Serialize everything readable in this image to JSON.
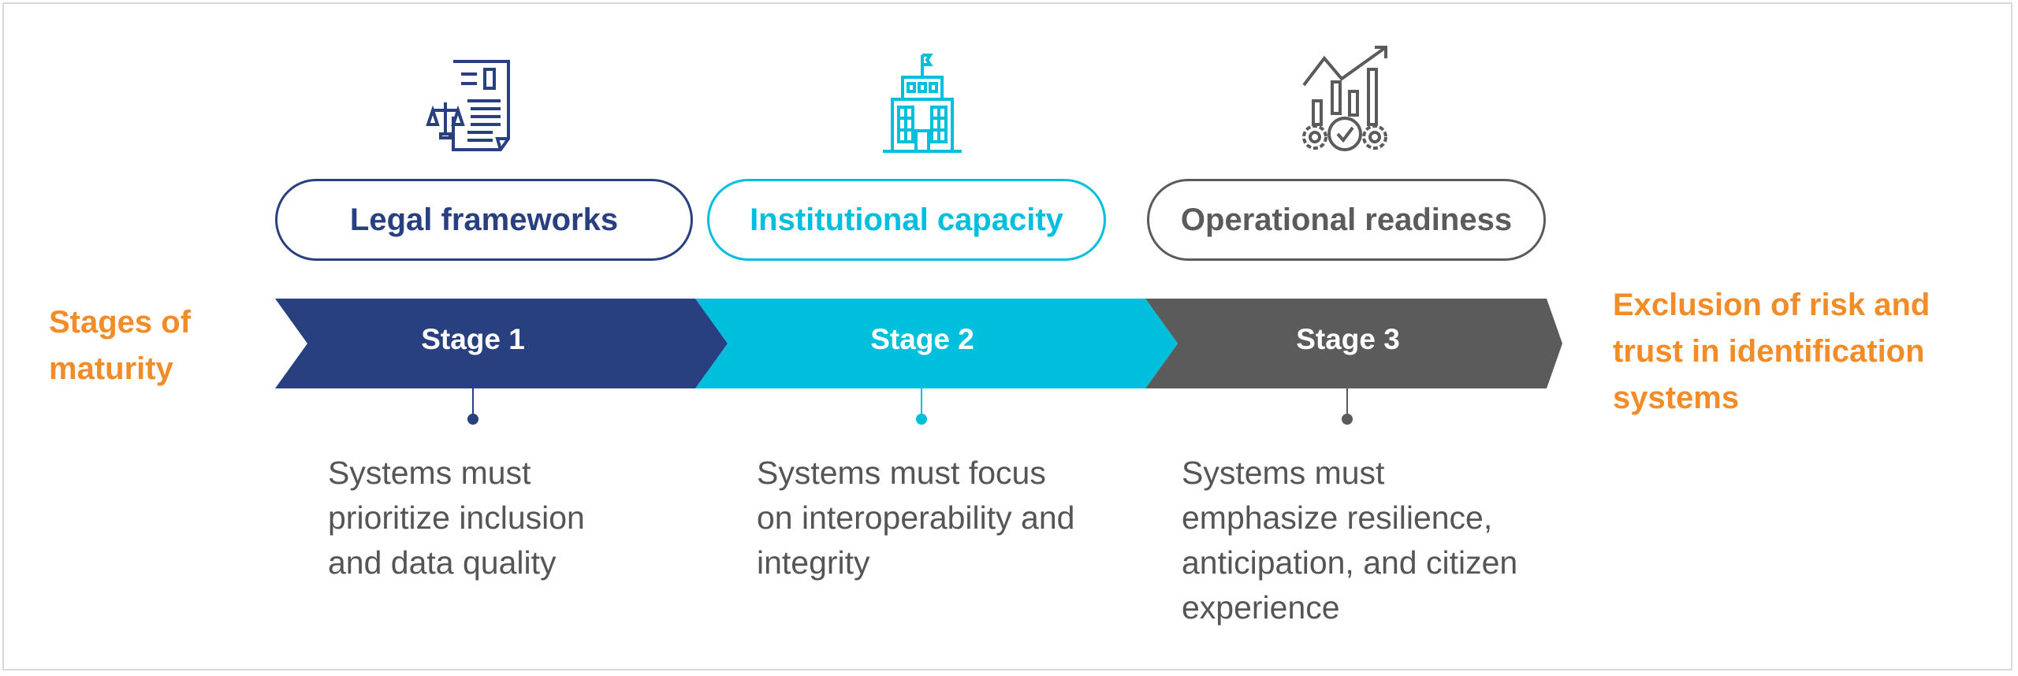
{
  "left_label": "Stages of maturity",
  "right_label": "Exclusion of risk and trust in identification systems",
  "colors": {
    "accent_orange": "#f28c28",
    "stage1": "#283f80",
    "stage2": "#00bfdd",
    "stage3": "#5a5b5a",
    "text": "#555555"
  },
  "stages": [
    {
      "pillar": "Legal frameworks",
      "label": "Stage 1",
      "description": "Systems must prioritize inclusion and data quality",
      "icon": "legal-document-scales-icon"
    },
    {
      "pillar": "Institutional capacity",
      "label": "Stage 2",
      "description": "Systems must focus on interoperability and integrity",
      "icon": "government-building-icon"
    },
    {
      "pillar": "Operational readiness",
      "label": "Stage 3",
      "description": "Systems must emphasize resilience, anticipation, and citizen experience",
      "icon": "growth-chart-gears-icon"
    }
  ]
}
